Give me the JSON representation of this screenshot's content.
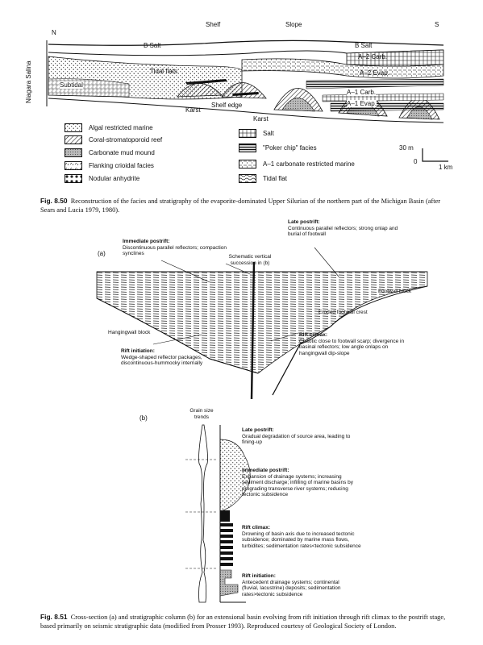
{
  "fig850": {
    "north": "N",
    "south": "S",
    "shelf": "Shelf",
    "slope": "Slope",
    "b_salt_left": "B Salt",
    "b_salt_right": "B Salt",
    "side_label": "Niagara Salina",
    "a2_carb": "A–2 Carb.",
    "a2_evap": "A–2 Evap.",
    "a1_carb": "A–1 Carb.",
    "a1_evap": "A–1 Evap.",
    "tidal_flats": "Tidal flats",
    "subtidal": "Subtidal",
    "shelf_edge": "Shelf edge",
    "karst_1": "Karst",
    "karst_2": "Karst",
    "legend_left": [
      "Algal restricted marine",
      "Coral-stromatoporoid reef",
      "Carbonate mud mound",
      "Flanking crioidal facies",
      "Nodular anhydrite"
    ],
    "legend_right": [
      "Salt",
      "\"Poker chip\" facies",
      "A–1 carbonate restricted marine",
      "Tidal flat"
    ],
    "scale_vertical": "30 m",
    "scale_zero": "0",
    "scale_horizontal": "1 km",
    "caption_label": "Fig. 8.50",
    "caption_text": "Reconstruction of the facies and stratigraphy of the evaporite-dominated Upper Silurian of the northern part of the Michigan Basin (after Sears and Lucia 1979, 1980)."
  },
  "fig851": {
    "panel_a": "(a)",
    "panel_b": "(b)",
    "immediate_title": "Immediate postrift:",
    "immediate_text": "Discontinuous parallel reflectors; compaction synclines",
    "schematic": "Schematic vertical succession in (b)",
    "late_title": "Late postrift:",
    "late_text": "Continuous parallel reflectors; strong onlap and burial of footwall",
    "footwall": "Footwall block",
    "eroded": "Eroded footwall crest",
    "hangingwall": "Hangingwall block",
    "climax_title": "Rift climax:",
    "climax_text": "Chaotic close to footwall scarp; divergence in basinal reflectors; low angle onlaps on hangingwall dip-slope",
    "initiation_title": "Rift initiation:",
    "initiation_text": "Wedge-shaped reflector packages, discontinuous-hummocky internally",
    "grain_size": "Grain size trends",
    "b_late_title": "Late postrift:",
    "b_late_text": "Gradual degradation of source area, leading to fining-up",
    "b_imm_title": "Immediate postrift:",
    "b_imm_text": "Expansion of drainage systems; increasing sediment discharge; infilling of marine basins by prograding transverse river systems; reducing tectonic subsidence",
    "b_climax_title": "Rift climax:",
    "b_climax_text": "Drowning of basin axis due to increased tectonic subsidence; dominated by marine mass flows, turbidites; sedimentation rates<tectonic subsidence",
    "b_init_title": "Rift initiation:",
    "b_init_text": "Antecedent drainage systems; continental (fluvial, lacustrine) deposits; sedimentation rates>tectonic subsidence",
    "caption_label": "Fig. 8.51",
    "caption_text": "Cross-section (a) and stratigraphic column (b) for an extensional basin evolving from rift initiation through rift climax to the postrift stage, based primarily on seismic stratigraphic data (modified from Prosser 1993). Reproduced courtesy of Geological Society of London."
  }
}
